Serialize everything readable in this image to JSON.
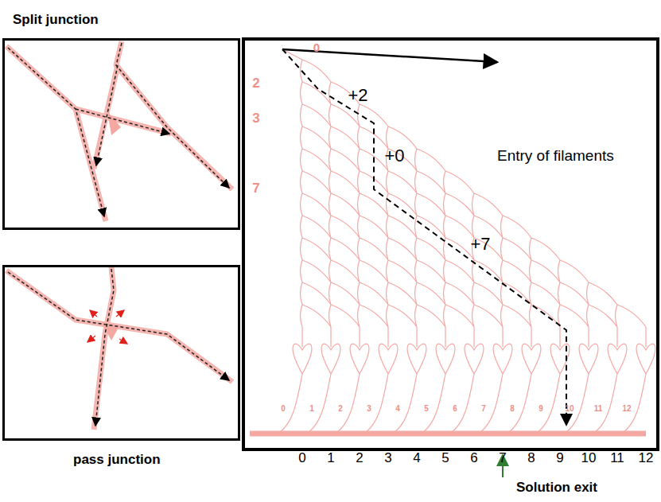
{
  "diagram": {
    "nodes": [
      {
        "text": [
          "Split junction"
        ]
      },
      {
        "text": [
          "pass junction"
        ]
      }
    ],
    "labels": [
      "Entry of filaments",
      "0",
      "2",
      "3",
      "7",
      "+2",
      "+0",
      "+7",
      "0",
      "1",
      "2",
      "3",
      "4",
      "5",
      "6",
      "7",
      "8",
      "9",
      "10",
      "11",
      "12",
      "0",
      "1",
      "2",
      "3",
      "4",
      "5",
      "6",
      "7",
      "8",
      "9",
      "10",
      "11",
      "12",
      "Solution exit"
    ]
  }
}
